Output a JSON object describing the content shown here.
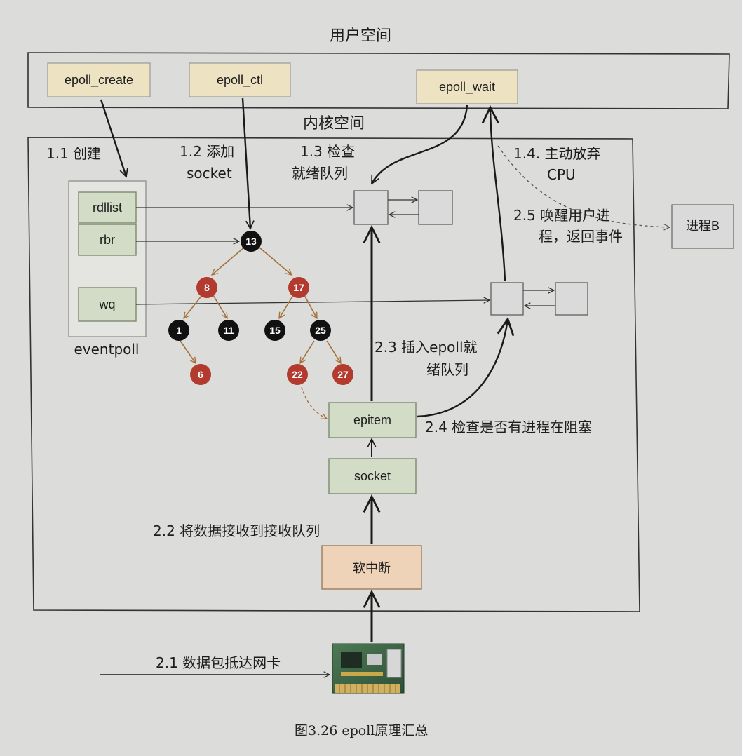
{
  "regions": {
    "user_space": "用户空间",
    "kernel_space": "内核空间"
  },
  "syscalls": {
    "epoll_create": "epoll_create",
    "epoll_ctl": "epoll_ctl",
    "epoll_wait": "epoll_wait"
  },
  "eventpoll": {
    "label": "eventpoll",
    "fields": [
      "rdllist",
      "rbr",
      "wq"
    ]
  },
  "steps": {
    "s1_1": "1.1 创建",
    "s1_2_line1": "1.2 添加",
    "s1_2_line2": "socket",
    "s1_3_line1": "1.3 检查",
    "s1_3_line2": "就绪队列",
    "s1_4_line1": "1.4. 主动放弃",
    "s1_4_line2": "CPU",
    "s2_5_line1": "2.5 唤醒用户进",
    "s2_5_line2": "程，返回事件",
    "s2_3_line1": "2.3 插入epoll就",
    "s2_3_line2": "绪队列",
    "s2_4": "2.4 检查是否有进程在阻塞",
    "s2_2": "2.2 将数据接收到接收队列",
    "s2_1": "2.1 数据包抵达网卡"
  },
  "tree": {
    "root": "13",
    "level1": [
      "8",
      "17"
    ],
    "level2": [
      "1",
      "11",
      "15",
      "25"
    ],
    "level3": [
      "6",
      "22",
      "27"
    ]
  },
  "components": {
    "epitem": "epitem",
    "socket": "socket",
    "softirq": "软中断",
    "process_b": "进程B"
  },
  "caption": "图3.26    epoll原理汇总",
  "colors": {
    "yellow_box": "#ede3c2",
    "green_box": "#d3dcc6",
    "orange_box": "#eed3b8",
    "red_node": "#b23a2e",
    "black_node": "#111111",
    "gray_box": "#dadada"
  },
  "icons": {
    "nic": "network-card-icon"
  }
}
